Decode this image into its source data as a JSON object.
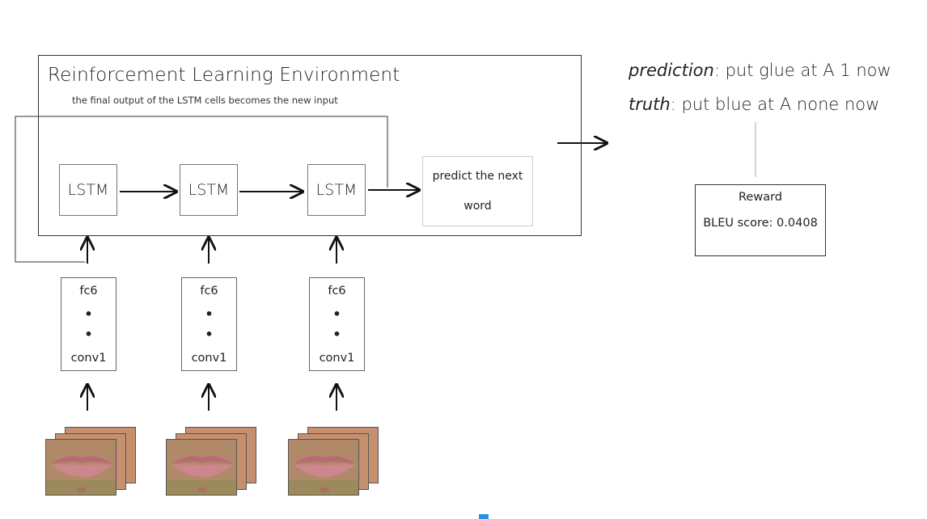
{
  "environment": {
    "title": "Reinforcement Learning Environment",
    "subtitle": "the final output of the LSTM cells becomes the new input"
  },
  "lstm_cells": [
    {
      "label": "LSTM"
    },
    {
      "label": "LSTM"
    },
    {
      "label": "LSTM"
    }
  ],
  "predict_box": {
    "line1": "predict the next",
    "line2": "word"
  },
  "cnn_stacks": [
    {
      "top": "fc6",
      "dot1": "•",
      "dot2": "•",
      "bottom": "conv1"
    },
    {
      "top": "fc6",
      "dot1": "•",
      "dot2": "•",
      "bottom": "conv1"
    },
    {
      "top": "fc6",
      "dot1": "•",
      "dot2": "•",
      "bottom": "conv1"
    }
  ],
  "output": {
    "prediction_label": "prediction",
    "prediction_text": ": put glue at A 1 now",
    "truth_label": "truth",
    "truth_text": ": put blue at A none now"
  },
  "reward": {
    "title": "Reward",
    "score": "BLEU score: 0.0408"
  },
  "colors": {
    "frame_back": "#c68f6e",
    "skin": "#b89070",
    "lips": "#c06a70",
    "accent_mark": "#2b8fe6"
  },
  "icons": {
    "arrow": "arrow-right-icon",
    "up_arrow": "arrow-up-icon"
  }
}
